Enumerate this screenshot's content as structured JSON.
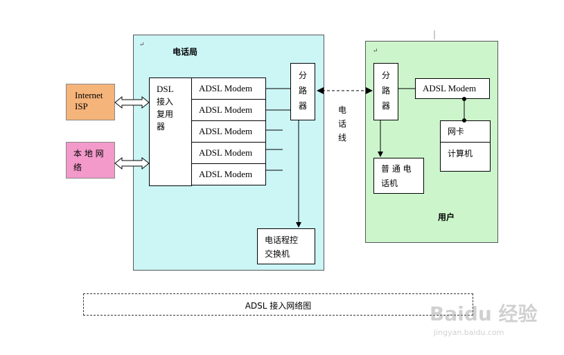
{
  "office": {
    "title": "电话局"
  },
  "user": {
    "title": "用户"
  },
  "isp": {
    "line1": "Internet",
    "line2": "ISP"
  },
  "local_net": {
    "line1": "本 地 网",
    "line2": "络"
  },
  "dsl_mux": {
    "line1": "DSL",
    "line2": "接入",
    "line3": "复用",
    "line4": "器"
  },
  "modems": [
    "ADSL Modem",
    "ADSL Modem",
    "ADSL Modem",
    "ADSL Modem",
    "ADSL Modem"
  ],
  "splitter_office": {
    "c1": "分",
    "c2": "路",
    "c3": "器"
  },
  "switch": {
    "line1": "电话程控",
    "line2": "交换机"
  },
  "phone_line": {
    "c1": "电",
    "c2": "话",
    "c3": "线"
  },
  "splitter_user": {
    "c1": "分",
    "c2": "路",
    "c3": "器"
  },
  "user_modem": "ADSL Modem",
  "nic": "网卡",
  "computer": "计算机",
  "phone": {
    "line1": "普 通 电",
    "line2": "话机"
  },
  "caption": "ADSL 接入网络图",
  "watermark": {
    "brand": "Baidu 经验",
    "url": "jingyan.baidu.com"
  },
  "colors": {
    "office_bg": "#ccf5f5",
    "user_bg": "#ccf5cc",
    "isp_bg": "#f5b47a",
    "local_bg": "#f39acb"
  }
}
